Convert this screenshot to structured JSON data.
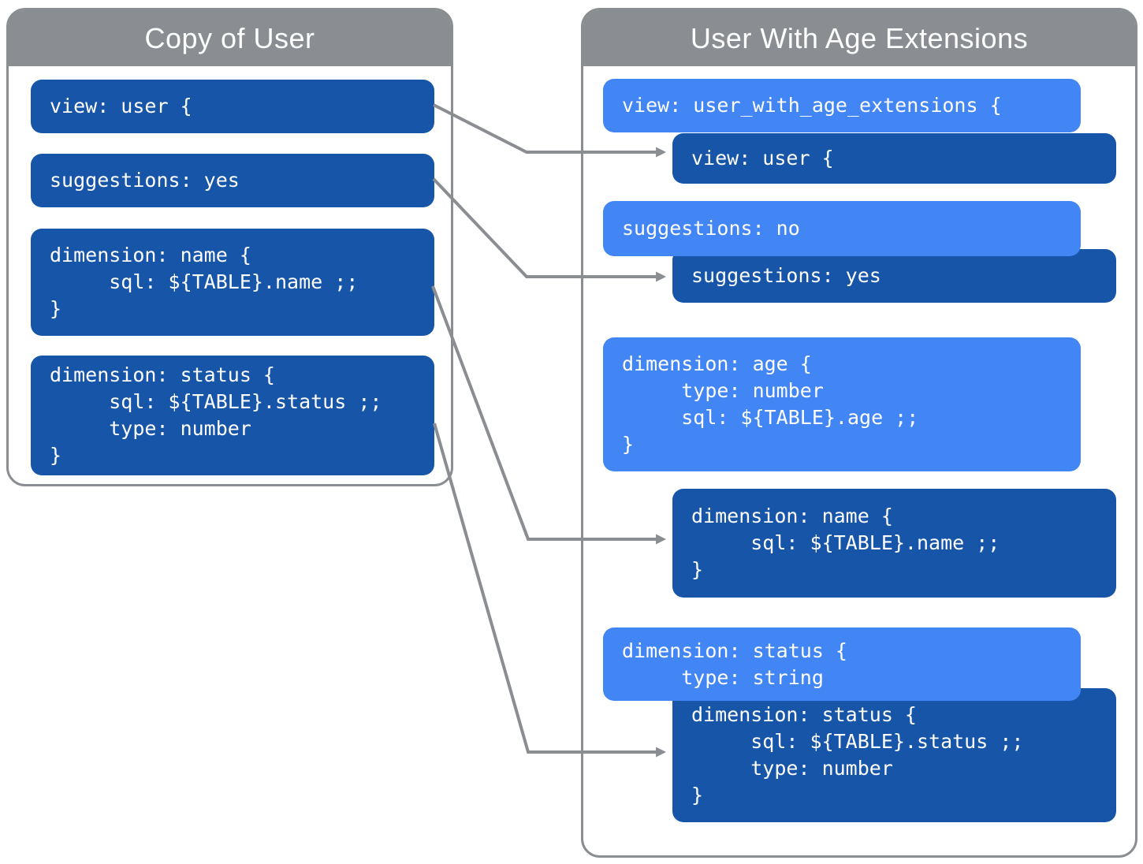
{
  "colors": {
    "dark_block": "#1655A8",
    "light_block": "#4285F4",
    "frame_gray": "#8A8E93",
    "text": "#FFFFFF"
  },
  "panels": {
    "left": {
      "title": "Copy of User",
      "blocks": [
        {
          "name": "view-user",
          "color": "dark",
          "text": "view: user {"
        },
        {
          "name": "suggestions-yes",
          "color": "dark",
          "text": "suggestions: yes"
        },
        {
          "name": "dimension-name",
          "color": "dark",
          "text": "dimension: name {\n     sql: ${TABLE}.name ;;\n}"
        },
        {
          "name": "dimension-status",
          "color": "dark",
          "text": "dimension: status {\n     sql: ${TABLE}.status ;;\n     type: number\n}"
        }
      ]
    },
    "right": {
      "title": "User With Age Extensions",
      "blocks": [
        {
          "name": "view-declaration",
          "color": "light",
          "text": "view: user_with_age_extensions {"
        },
        {
          "name": "inherited-view-user",
          "color": "dark",
          "text": "view: user {"
        },
        {
          "name": "suggestions-no",
          "color": "light",
          "text": "suggestions: no"
        },
        {
          "name": "inherited-suggestions-yes",
          "color": "dark",
          "text": "suggestions: yes"
        },
        {
          "name": "dimension-age",
          "color": "light",
          "text": "dimension: age {\n     type: number\n     sql: ${TABLE}.age ;;\n}"
        },
        {
          "name": "inherited-dimension-name",
          "color": "dark",
          "text": "dimension: name {\n     sql: ${TABLE}.name ;;\n}"
        },
        {
          "name": "dimension-status-override",
          "color": "light",
          "text": "dimension: status {\n     type: string"
        },
        {
          "name": "inherited-dimension-status",
          "color": "dark",
          "text": "dimension: status {\n     sql: ${TABLE}.status ;;\n     type: number\n}"
        }
      ]
    }
  },
  "connections": [
    {
      "from": "view: user {",
      "to": "view: user {"
    },
    {
      "from": "suggestions: yes",
      "to": "suggestions: yes"
    },
    {
      "from": "dimension: name",
      "to": "dimension: name"
    },
    {
      "from": "dimension: status",
      "to": "dimension: status"
    }
  ]
}
